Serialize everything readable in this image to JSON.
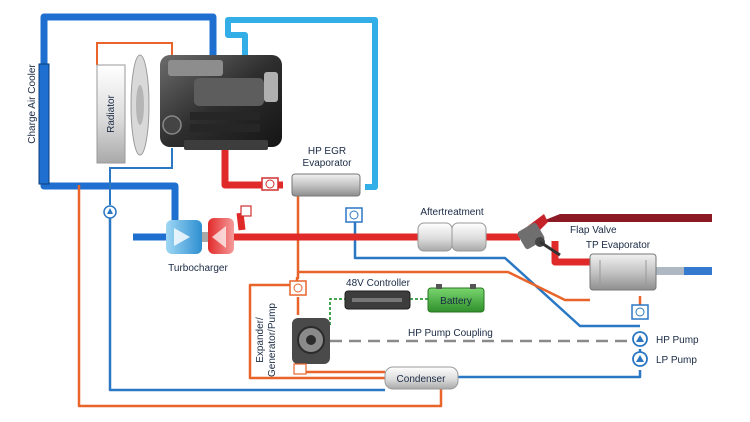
{
  "diagram": {
    "labels": {
      "charge_air_cooler": "Charge Air Cooler",
      "radiator": "Radiator",
      "hp_egr_evaporator": [
        "HP EGR",
        "Evaporator"
      ],
      "aftertreatment": "Aftertreatment",
      "flap_valve": "Flap Valve",
      "tp_evaporator": "TP Evaporator",
      "turbocharger": "Turbocharger",
      "controller": "48V Controller",
      "battery": "Battery",
      "hp_pump_coupling": "HP Pump Coupling",
      "expander": [
        "Expander/",
        "Generator/Pump"
      ],
      "condenser": "Condenser",
      "hp_pump": "HP Pump",
      "lp_pump": "LP Pump"
    },
    "colors": {
      "charge_air_blue": "#1f6fd1",
      "coolant_light_blue": "#33aee6",
      "exhaust_red": "#e02a2a",
      "exhaust_dark": "#8b1a24",
      "working_fluid_orange": "#e8642a",
      "working_fluid_blue": "#2a77c4",
      "battery_green": "#3eae3a"
    }
  }
}
